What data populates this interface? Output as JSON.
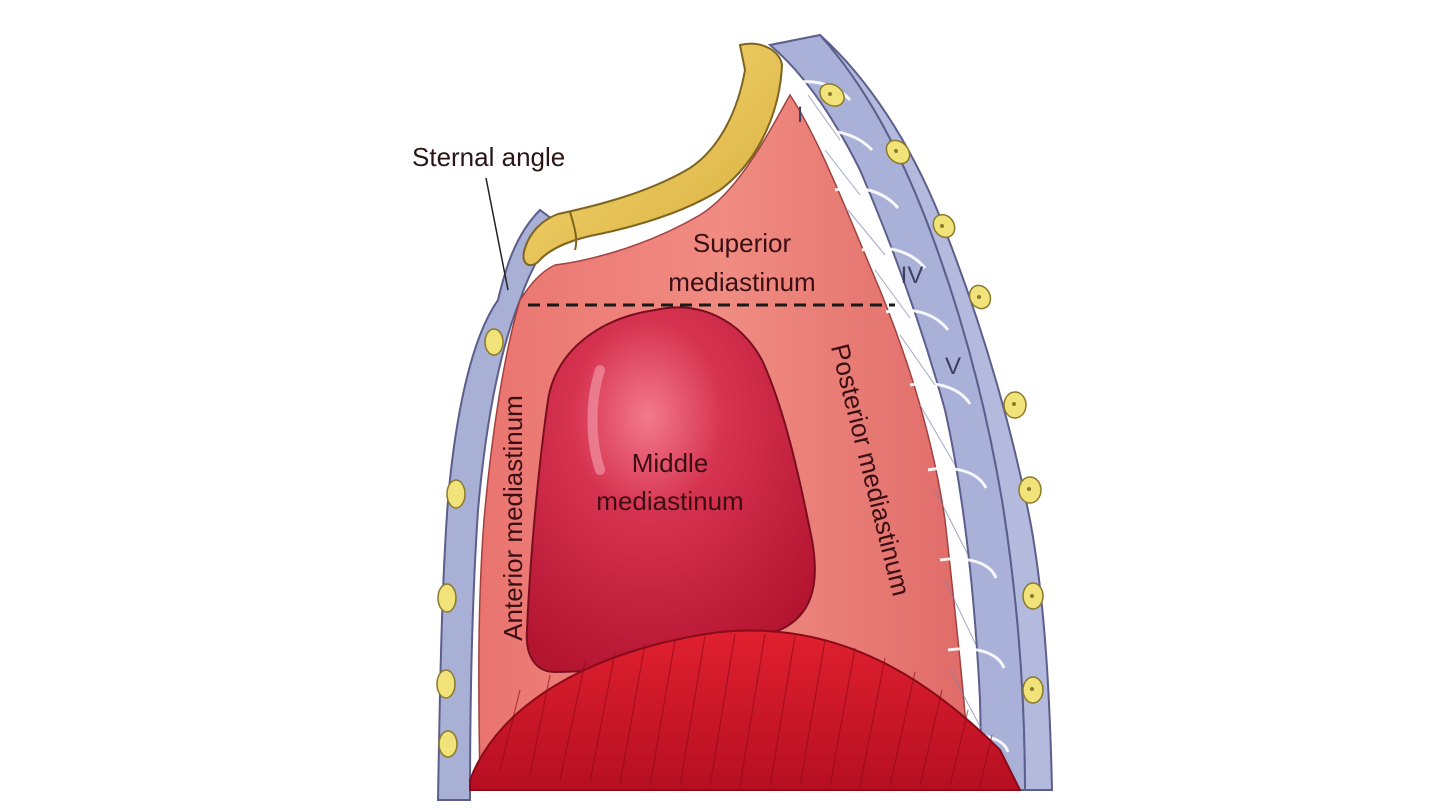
{
  "labels": {
    "sternal_angle": "Sternal angle",
    "superior_line1": "Superior",
    "superior_line2": "mediastinum",
    "middle_line1": "Middle",
    "middle_line2": "mediastinum",
    "anterior": "Anterior mediastinum",
    "posterior": "Posterior mediastinum"
  },
  "vertebrae": {
    "v1": "I",
    "v4": "IV",
    "v5": "V"
  },
  "colors": {
    "cavity": "#ee8078",
    "heart": "#c81e3c",
    "diaphragm": "#d4142a",
    "bone": "#a8aed2",
    "sternum": "#e8c85a",
    "rib_section": "#f2e27a"
  }
}
